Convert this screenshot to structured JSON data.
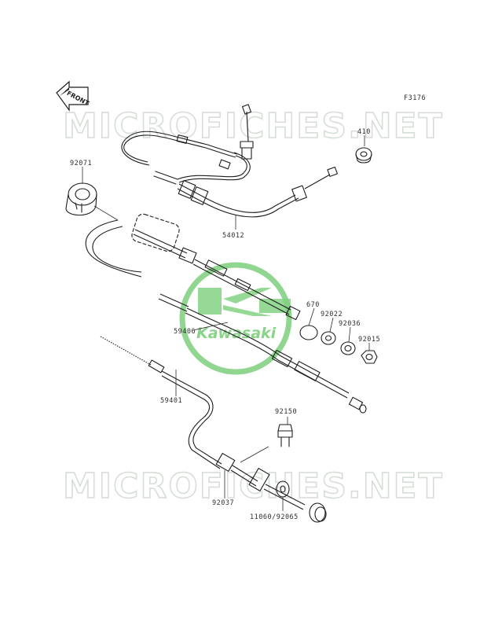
{
  "figure_code": "F3176",
  "front_arrow_label": "FRONT",
  "watermark_text": "MICROFICHES.NET",
  "logo_text": "Kawasaki",
  "colors": {
    "logo_green": "#7ccf7c",
    "watermark_gray": "#d7ddd7",
    "line": "#1e1e1e"
  },
  "parts": {
    "p410": "410",
    "p92071": "92071",
    "p54012": "54012",
    "p670": "670",
    "p92022": "92022",
    "p92036": "92036",
    "p92015": "92015",
    "p59406": "59406",
    "p59401": "59401",
    "p92150": "92150",
    "p92037": "92037",
    "p11060_92065": "11060/92065"
  }
}
